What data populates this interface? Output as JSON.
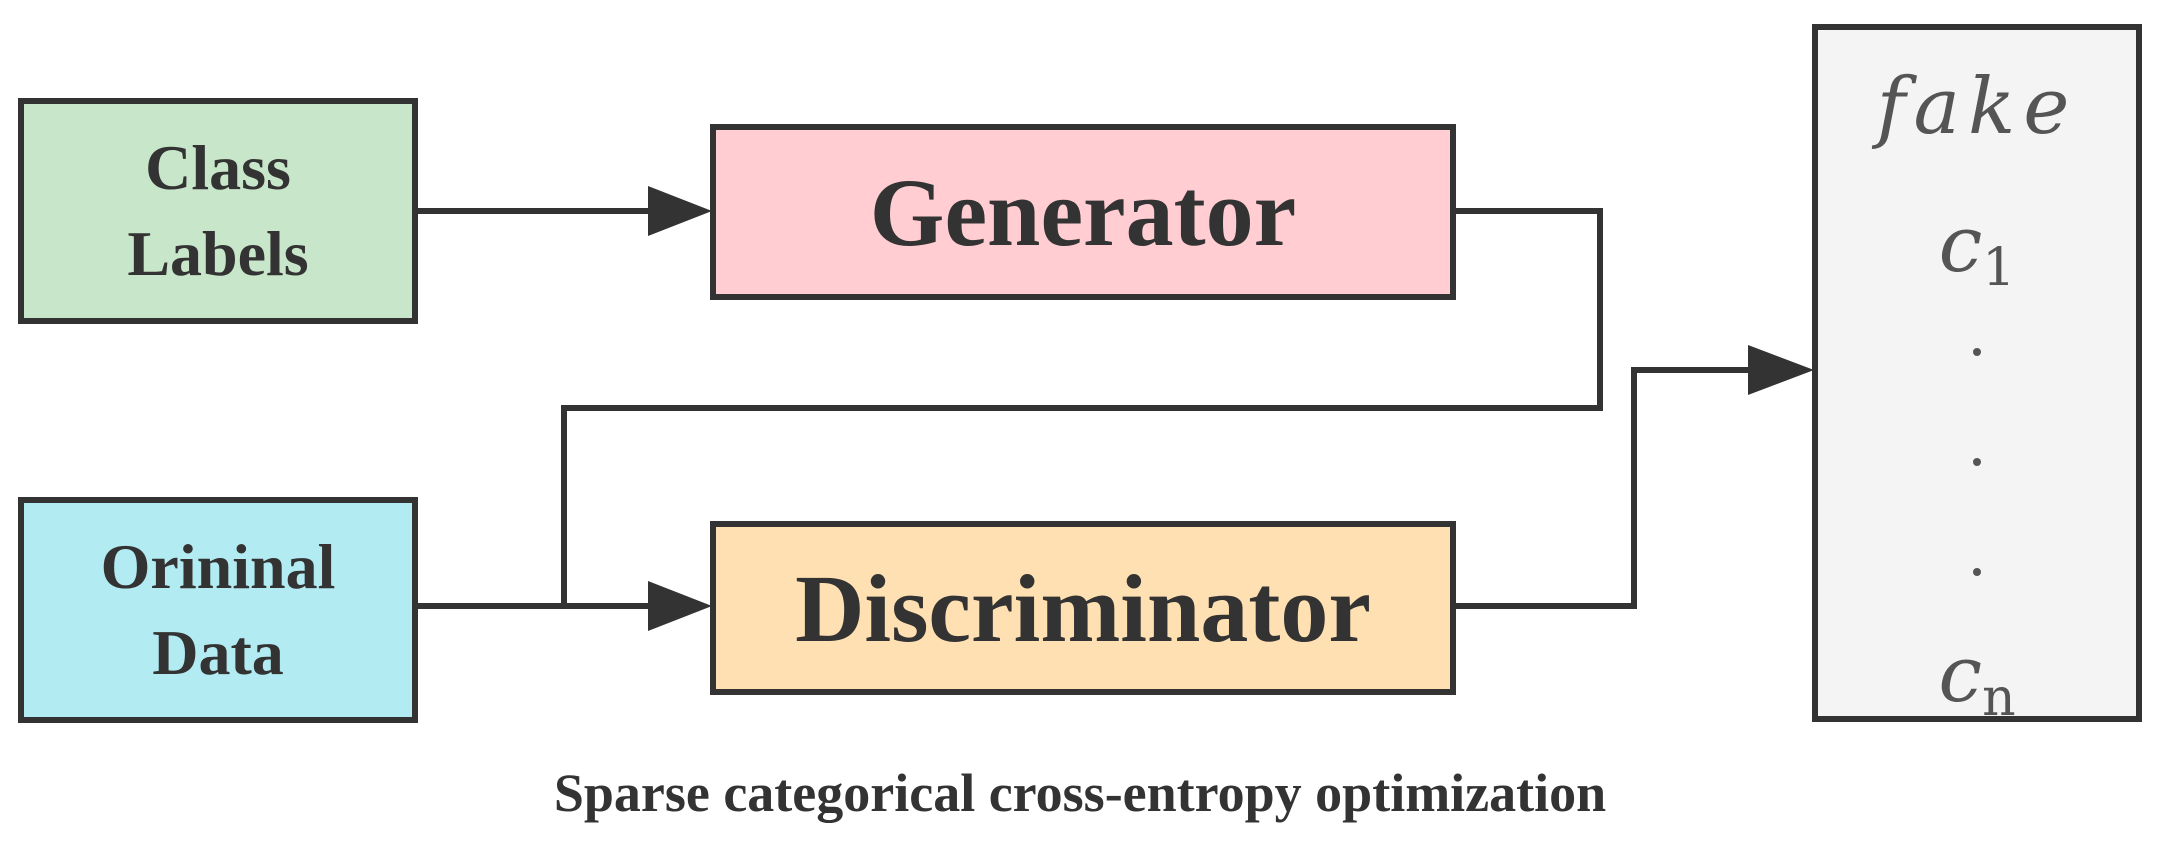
{
  "diagram": {
    "nodes": {
      "class_labels": {
        "lines": [
          "Class",
          "Labels"
        ],
        "fill": "#c8e6c9"
      },
      "original_data": {
        "lines": [
          "Orininal",
          "Data"
        ],
        "fill": "#b2ebf2"
      },
      "generator": {
        "label": "Generator",
        "fill": "#ffcdd2"
      },
      "discriminator": {
        "label": "Discriminator",
        "fill": "#ffe0b2"
      },
      "output": {
        "fake": "fake",
        "c1_symbol": "c",
        "c1_subscript": "1",
        "cn_symbol": "c",
        "cn_subscript": "n"
      }
    },
    "caption": "Sparse categorical cross-entropy optimization",
    "colors": {
      "stroke": "#333333",
      "output_fill": "#f4f4f4"
    }
  }
}
